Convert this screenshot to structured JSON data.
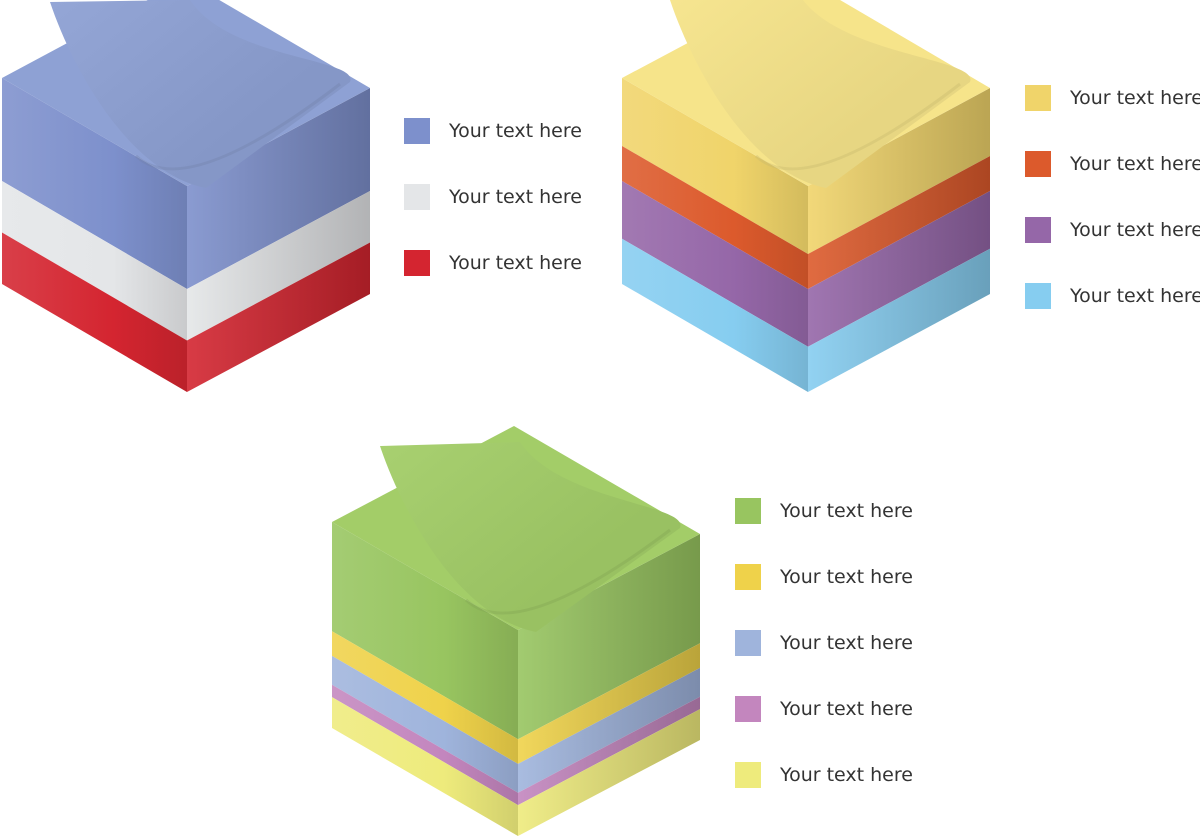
{
  "cubes": [
    {
      "id": "blue-cube",
      "top_color": "#8ea1d4",
      "layers": [
        {
          "label": "Your text here",
          "color": "#7d90cc",
          "share": 0.5
        },
        {
          "label": "Your text here",
          "color": "#e4e6e8",
          "share": 0.25
        },
        {
          "label": "Your text here",
          "color": "#d42530",
          "share": 0.25
        }
      ]
    },
    {
      "id": "pastel-cube",
      "top_color": "#f6e48a",
      "layers": [
        {
          "label": "Your text here",
          "color": "#f0d46a",
          "share": 0.33
        },
        {
          "label": "Your text here",
          "color": "#dc5a2c",
          "share": 0.17
        },
        {
          "label": "Your text here",
          "color": "#9567a8",
          "share": 0.28
        },
        {
          "label": "Your text here",
          "color": "#86cdf0",
          "share": 0.22
        }
      ]
    },
    {
      "id": "green-cube",
      "top_color": "#a3cd68",
      "layers": [
        {
          "label": "Your text here",
          "color": "#98c560",
          "share": 0.53
        },
        {
          "label": "Your text here",
          "color": "#efd24a",
          "share": 0.12
        },
        {
          "label": "Your text here",
          "color": "#9fb4dc",
          "share": 0.14
        },
        {
          "label": "Your text here",
          "color": "#c386be",
          "share": 0.06
        },
        {
          "label": "Your text here",
          "color": "#eeeb7c",
          "share": 0.15
        }
      ]
    }
  ]
}
